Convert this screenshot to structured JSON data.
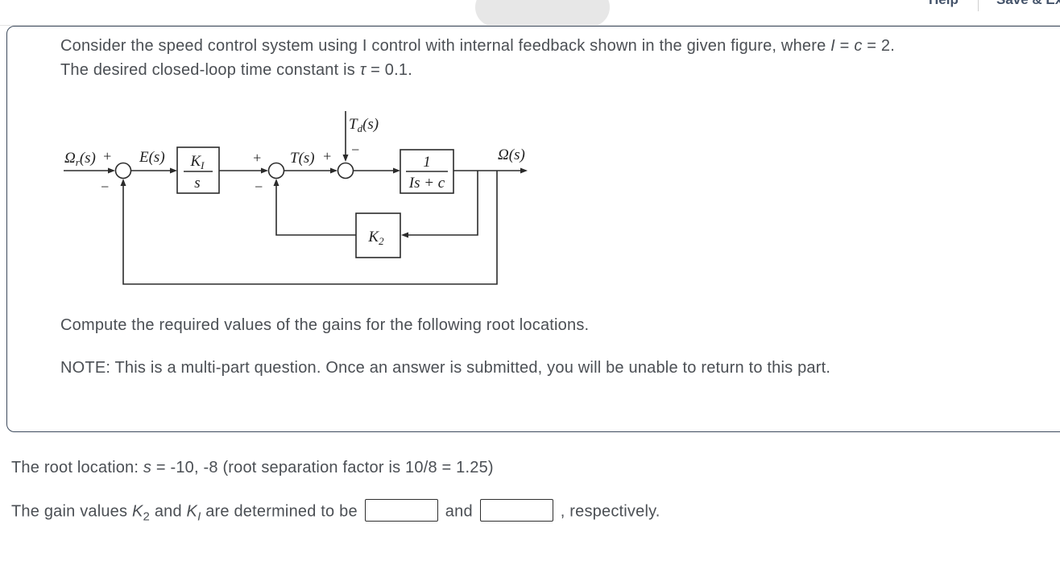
{
  "top_bar": {
    "help_label": "Help",
    "save_exit_label": "Save & Exit"
  },
  "question": {
    "line1_text": "Consider the speed control system using I control with internal feedback shown in the given figure, where ",
    "line1_var1": "I",
    "line1_eq1": " = ",
    "line1_var2": "c",
    "line1_eq2": " = 2.",
    "line2_text": "The desired closed-loop time constant is ",
    "line2_var": "τ",
    "line2_value": " = 0.1.",
    "compute_line": "Compute the required values of the gains for the following root locations.",
    "note_line": "NOTE: This is a multi-part question. Once an answer is submitted, you will be unable to return to this part."
  },
  "diagram": {
    "labels": {
      "input_main": "Ω",
      "input_sub": "r",
      "input_args": "(s)",
      "plus1": "+",
      "minus1": "−",
      "error": "E(s)",
      "plus2": "+",
      "minus2": "−",
      "torque": "T(s)",
      "plus3": "+",
      "minus3": "−",
      "disturbance_main": "T",
      "disturbance_sub": "d",
      "disturbance_args": "(s)",
      "output": "Ω(s)",
      "block_integrator_num_main": "K",
      "block_integrator_num_sub": "I",
      "block_integrator_den": "s",
      "block_plant_num": "1",
      "block_plant_den": "Is + c",
      "block_feedback_main": "K",
      "block_feedback_sub": "2"
    }
  },
  "answer_section": {
    "root_prefix": "The root location: ",
    "root_var": "s",
    "root_rest": " = -10, -8 (root separation factor is 10/8 = 1.25)",
    "gain_part1": "The gain values ",
    "gain_k2_main": "K",
    "gain_k2_sub": "2",
    "gain_part2": " and ",
    "gain_ki_main": "K",
    "gain_ki_sub": "I",
    "gain_part3": " are determined to be",
    "gain_and": "and",
    "gain_part4": ", respectively.",
    "k2_input_value": "",
    "ki_input_value": ""
  },
  "colors": {
    "card_border": "#3d4a5c",
    "body_text": "#4b4f54",
    "diagram_ink": "#2b2b2b",
    "top_divider": "#e4e4e4",
    "pill_background": "#e7e7e7"
  }
}
